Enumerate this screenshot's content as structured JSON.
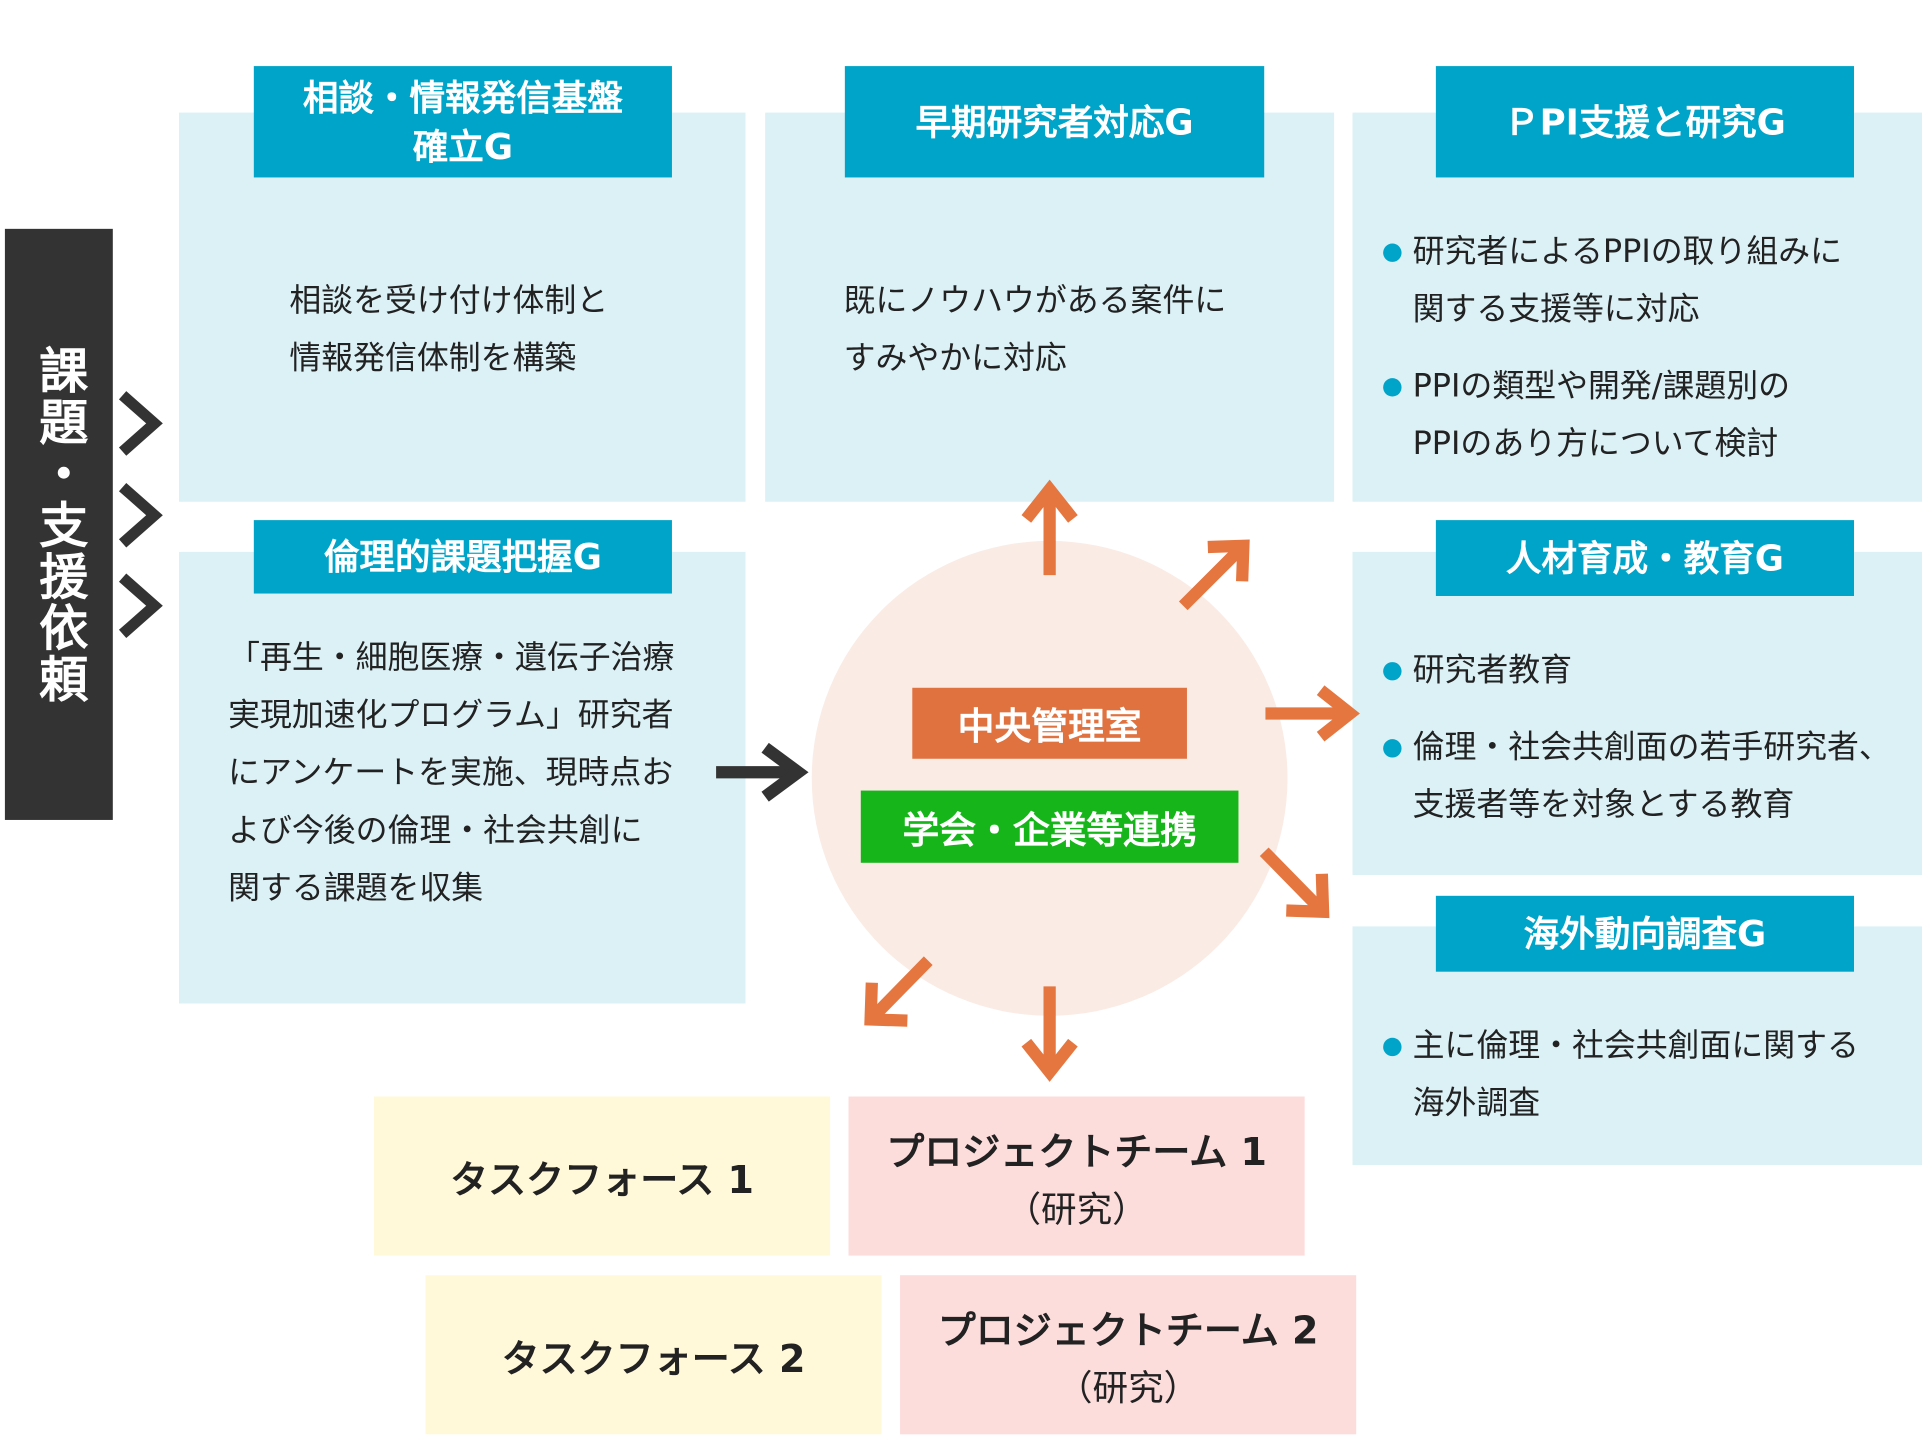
{
  "side_label": "課題・支援依頼",
  "colors": {
    "panel_bg": "#dbf1f6",
    "group_header": "#00a4c8",
    "side_label_bg": "#333333",
    "hub_circle": "#faebe4",
    "central_office": "#e07240",
    "collaboration": "#16b51a",
    "task_force_bg": "#fff9d9",
    "project_team_bg": "#fddcdc",
    "arrow_orange": "#e5763f",
    "arrow_dark": "#333333"
  },
  "groups": {
    "consultation": {
      "title": "相談・情報発信基盤\n確立G",
      "text": "相談を受け付け体制と\n情報発信体制を構築"
    },
    "early_career": {
      "title": "早期研究者対応G",
      "text": "既にノウハウがある案件に\nすみやかに対応"
    },
    "ppi": {
      "title": "ＰPI支援と研究G",
      "items": [
        "研究者によるPPIの取り組みに\n 関する支援等に対応",
        "PPIの類型や開発/課題別の\nPPIのあり方について検討"
      ]
    },
    "ethics": {
      "title": "倫理的課題把握G",
      "text": "「再生・細胞医療・遺伝子治療\n実現加速化プログラム」研究者\nにアンケートを実施、現時点お\nよび今後の倫理・社会共創に\n関する課題を収集"
    },
    "education": {
      "title": "人材育成・教育G",
      "items": [
        "研究者教育",
        "倫理・社会共創面の若手研究者、\n支援者等を対象とする教育"
      ]
    },
    "overseas": {
      "title": "海外動向調査G",
      "items": [
        "主に倫理・社会共創面に関する\n海外調査"
      ]
    }
  },
  "hub": {
    "central_office": "中央管理室",
    "collaboration": "学会・企業等連携"
  },
  "teams": [
    {
      "label": "タスクフォース 1",
      "sub": ""
    },
    {
      "label": "プロジェクトチーム 1",
      "sub": "（研究）"
    },
    {
      "label": "タスクフォース 2",
      "sub": ""
    },
    {
      "label": "プロジェクトチーム 2",
      "sub": "（研究）"
    }
  ]
}
